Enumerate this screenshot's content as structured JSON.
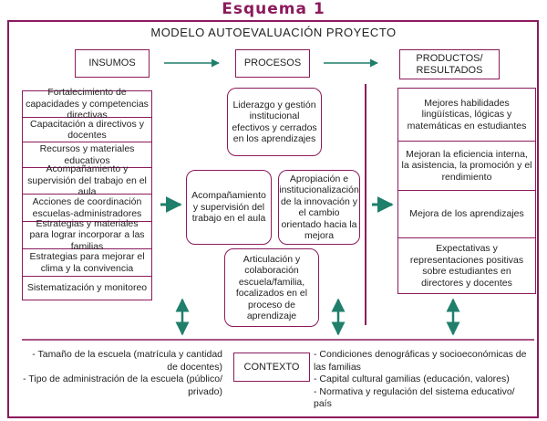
{
  "title": "Esquema 1",
  "model_title": "MODELO AUTOEVALUACIÓN PROYECTO",
  "headers": {
    "insumos": "INSUMOS",
    "procesos": "PROCESOS",
    "productos": "PRODUCTOS/ RESULTADOS"
  },
  "insumos": [
    "Fortalecimiento de capacidades y competencias directivas",
    "Capacitación a directivos y docentes",
    "Recursos y materiales educativos",
    "Acompañamiento y supervisión del trabajo en el aula",
    "Acciones de coordinación escuelas-administradores",
    "Estrategias y materiales para lograr incorporar a las familias",
    "Estrategias para mejorar el clima y la convivencia",
    "Sistematización y monitoreo"
  ],
  "procesos": {
    "top": "Liderazgo y gestión institucional efectivos y cerrados en los aprendizajes",
    "left": "Acompañamiento y supervisión del trabajo en el aula",
    "right": "Apropiación e institucionalización de la innovación y el cambio orientado hacia la mejora",
    "bottom": "Articulación y colaboración escuela/familia, focalizados en el proceso de aprendizaje"
  },
  "productos": [
    "Mejores habilidades lingüísticas, lógicas y matemáticas en estudiantes",
    "Mejoran la eficiencia interna, la asistencia, la promoción y el rendimiento",
    "Mejora de los aprendizajes",
    "Expectativas y representaciones positivas sobre estudiantes en directores y docentes"
  ],
  "contexto": {
    "label": "CONTEXTO",
    "left": [
      "- Tamaño de la escuela (matrícula y cantidad de docentes)",
      "- Tipo de administración de la escuela (público/ privado)"
    ],
    "right": [
      "- Condiciones denográficas y socioeconómicas de las familias",
      "- Capital cultural gamilias (educación, valores)",
      "- Normativa y regulación del sistema educativo/ país"
    ]
  },
  "colors": {
    "frame": "#8b1a5c",
    "arrow": "#1f7f6b"
  }
}
